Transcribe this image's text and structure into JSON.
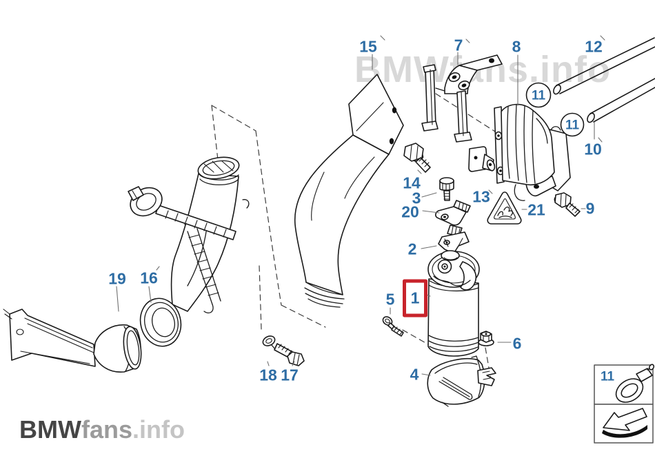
{
  "watermark": "BMWfans.info",
  "logo": {
    "part1": "BMW",
    "part2": "fans",
    "part3": ".info"
  },
  "highlight": {
    "part": "1",
    "color": "#c8232b"
  },
  "label_color": "#2e6da4",
  "labels": {
    "1": "1",
    "2": "2",
    "3": "3",
    "4": "4",
    "5": "5",
    "6": "6",
    "7": "7",
    "8": "8",
    "9": "9",
    "10": "10",
    "11": "11",
    "12": "12",
    "13": "13",
    "14": "14",
    "15": "15",
    "16": "16",
    "17": "17",
    "18": "18",
    "19": "19",
    "20": "20",
    "21": "21"
  },
  "legend": {
    "clamp_number": "11"
  }
}
